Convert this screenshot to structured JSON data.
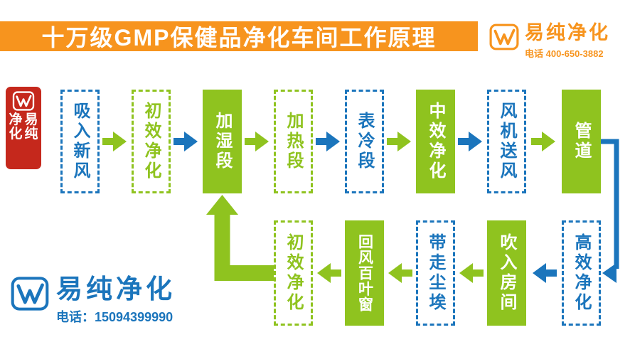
{
  "banner": {
    "title": "十万级GMP保健品净化车间工作原理"
  },
  "brand_top": {
    "name": "易纯净化",
    "phone": "电话 400-650-3882"
  },
  "brand_bottom": {
    "name": "易纯净化",
    "phone": "电话：15094399990"
  },
  "seal": {
    "text": "易纯净化",
    "grid": [
      "净",
      "易",
      "化",
      "纯"
    ]
  },
  "colors": {
    "orange": "#F7941E",
    "green": "#8FC31F",
    "blue": "#1B75BC",
    "seal_red": "#C5281C"
  },
  "flow": {
    "row1": [
      {
        "label": "吸入新风",
        "style": "dashed-blue"
      },
      {
        "label": "初效净化",
        "style": "dashed-green"
      },
      {
        "label": "加湿段",
        "style": "solid-green"
      },
      {
        "label": "加热段",
        "style": "dashed-green"
      },
      {
        "label": "表冷段",
        "style": "dashed-blue"
      },
      {
        "label": "中效净化",
        "style": "solid-green"
      },
      {
        "label": "风机送风",
        "style": "dashed-blue"
      },
      {
        "label": "管道",
        "style": "solid-green"
      }
    ],
    "row1_arrows": [
      "green",
      "blue",
      "green",
      "blue",
      "green",
      "blue",
      "green"
    ],
    "row2": [
      {
        "label": "初效净化",
        "style": "dashed-green"
      },
      {
        "label": "回风百叶窗",
        "style": "solid-green"
      },
      {
        "label": "带走尘埃",
        "style": "dashed-blue"
      },
      {
        "label": "吹入房间",
        "style": "solid-green"
      },
      {
        "label": "高效净化",
        "style": "dashed-blue"
      }
    ],
    "row2_arrows": [
      "green",
      "green",
      "green",
      "blue"
    ],
    "connectors": [
      {
        "from": "管道",
        "to": "高效净化",
        "color": "blue",
        "shape": "right-elbow-down"
      },
      {
        "from": "初效净化",
        "to": "加湿段",
        "color": "green",
        "shape": "left-elbow-up"
      }
    ]
  }
}
